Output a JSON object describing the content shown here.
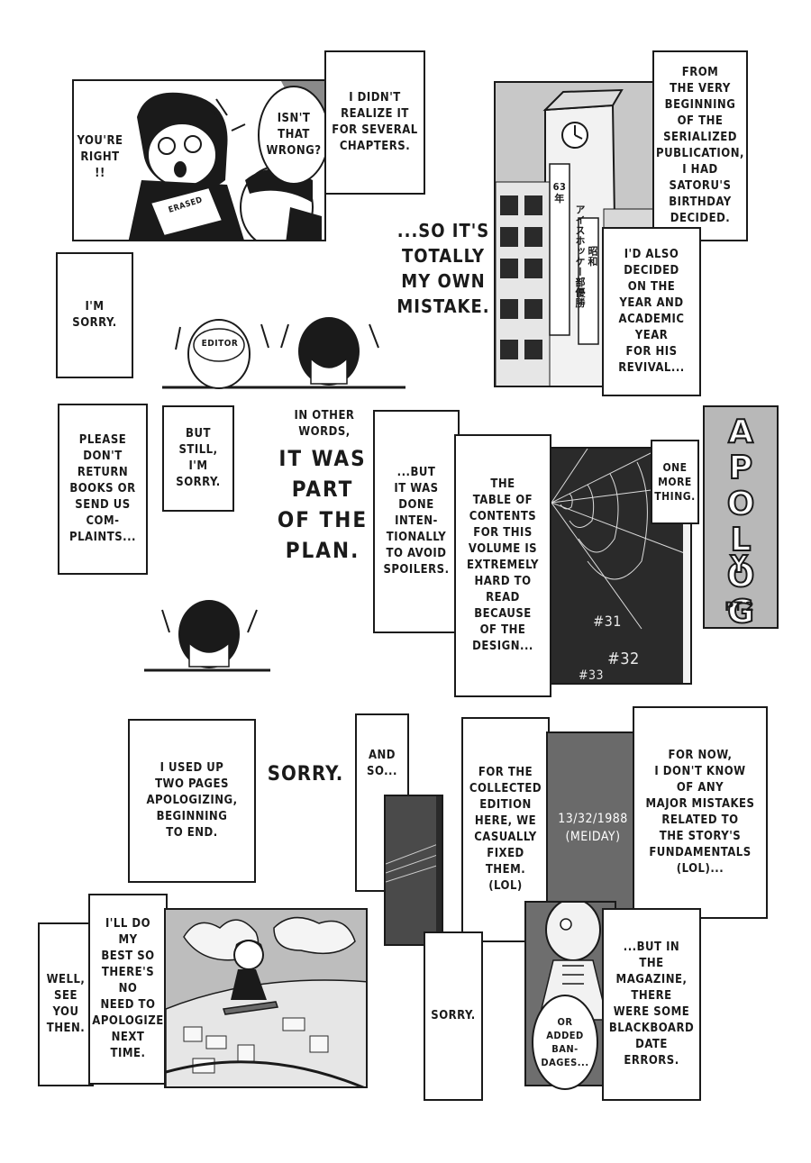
{
  "panel1": {
    "youre_right": "YOU'RE\nRIGHT\n!!",
    "book_label": "ERASED",
    "isnt_that_wrong": "ISN'T\nTHAT\nWRONG?",
    "didnt_realize": "I DIDN'T\nREALIZE IT\nFOR SEVERAL\nCHAPTERS."
  },
  "own_mistake": "...SO IT'S\nTOTALLY\nMY OWN\nMISTAKE.",
  "tower": {
    "from_beginning": "FROM\nTHE VERY\nBEGINNING\nOF THE\nSERIALIZED\nPUBLICATION,\nI HAD\nSATORU'S\nBIRTHDAY\nDECIDED.",
    "also_decided": "I'D ALSO\nDECIDED\nON THE\nYEAR AND\nACADEMIC\nYEAR\nFOR HIS\nREVIVAL...",
    "banner_right": "昭和\nアイスホッケー部優勝",
    "banner_left": "63\n年"
  },
  "im_sorry": "I'M\nSORRY.",
  "editor_label": "EDITOR",
  "please_dont": "PLEASE\nDON'T\nRETURN\nBOOKS OR\nSEND US\nCOM-\nPLAINTS...",
  "but_still": "BUT\nSTILL,\nI'M\nSORRY.",
  "in_other_words": "IN OTHER\nWORDS,",
  "part_of_plan": "IT WAS\nPART\nOF THE\nPLAN.",
  "done_intentionally": "...BUT\nIT WAS\nDONE\nINTEN-\nTIONALLY\nTO AVOID\nSPOILERS.",
  "table_of_contents": "THE\nTABLE OF\nCONTENTS\nFOR THIS\nVOLUME IS\nEXTREMELY\nHARD TO\nREAD\nBECAUSE\nOF THE\nDESIGN...",
  "one_more_thing": "ONE\nMORE\nTHING.",
  "chapters": [
    "#31",
    "#32",
    "#33"
  ],
  "title": {
    "letters": [
      "A",
      "P",
      "O",
      "L",
      "O",
      "G",
      "Y"
    ],
    "part": "PT.2"
  },
  "used_up": "I USED UP\nTWO PAGES\nAPOLOGIZING,\nBEGINNING\nTO END.",
  "sorry_big": "SORRY.",
  "and_so": "AND\nSO...",
  "collected_edition": "FOR THE\nCOLLECTED\nEDITION\nHERE, WE\nCASUALLY\nFIXED\nTHEM.\n(LOL)",
  "date": "13/32/1988\n(MEIDAY)",
  "for_now": "FOR NOW,\nI DON'T KNOW\nOF ANY\nMAJOR MISTAKES\nRELATED TO\nTHE STORY'S\nFUNDAMENTALS\n(LOL)...",
  "well_see_you": "WELL,\nSEE\nYOU\nTHEN.",
  "ill_do_best": "I'LL DO\nMY\nBEST SO\nTHERE'S\nNO\nNEED TO\nAPOLOGIZE\nNEXT\nTIME.",
  "sorry_small": "SORRY.",
  "added_bandages": "OR\nADDED\nBAN-\nDAGES...",
  "magazine": "...BUT IN\nTHE\nMAGAZINE,\nTHERE\nWERE SOME\nBLACKBOARD\nDATE\nERRORS."
}
